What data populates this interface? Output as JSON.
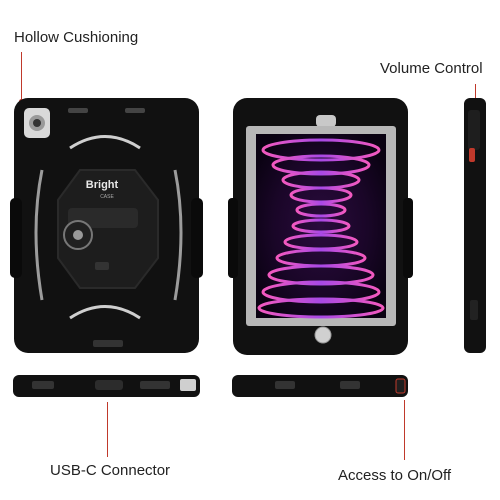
{
  "labels": {
    "hollow_cushioning": "Hollow Cushioning",
    "volume_control": "Volume Control",
    "usb_c_connector": "USB-C Connector",
    "access_on_off": "Access to On/Off"
  },
  "product": {
    "brand_logo_text": "Bright",
    "brand_logo_sub": "CASE"
  },
  "colors": {
    "case_black": "#121212",
    "accent_red": "#c0392b",
    "screen_purple": "#7b2fb5",
    "background": "#ffffff"
  }
}
